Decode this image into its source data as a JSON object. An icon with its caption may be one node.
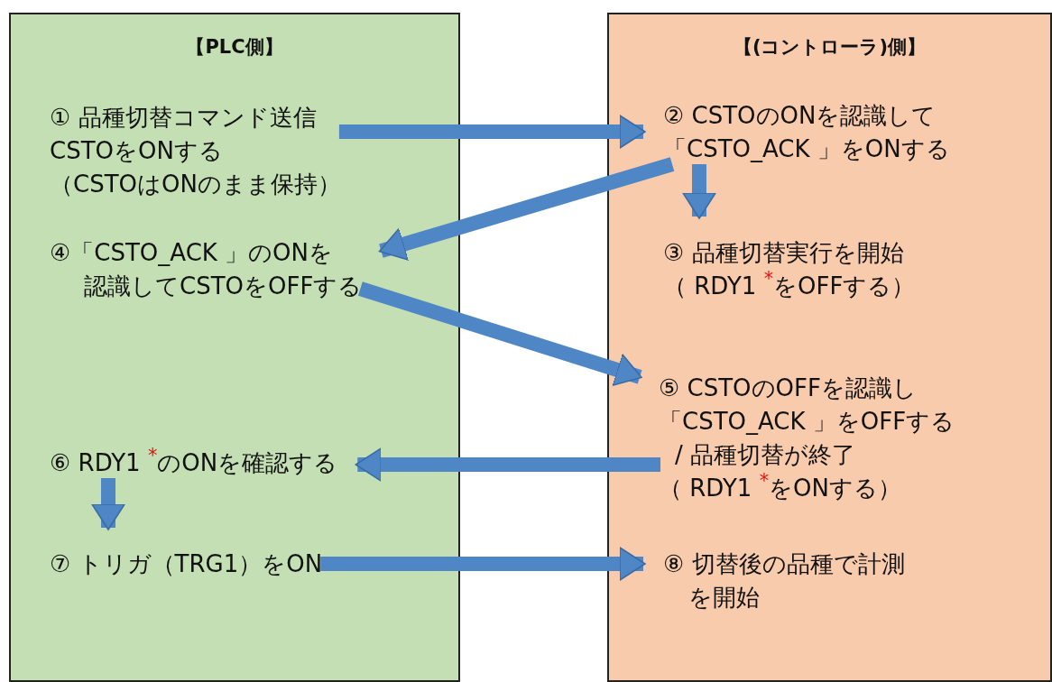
{
  "diagram": {
    "nodes": [
      {
        "text": [
          "【PLC側】"
        ]
      },
      {
        "text": [
          "【(コントローラ)側】"
        ]
      },
      {
        "text": [
          "① 品種切替コマンド送信",
          "CSTOをONする",
          "（CSTOはONのまま保持）"
        ],
        "in": 0
      },
      {
        "text": [
          "② CSTOのONを認識して",
          "「CSTO_ACK 」をONする"
        ],
        "in": 1
      },
      {
        "text": [
          "③ 品種切替実行を開始",
          "（ RDY1 $^{*}$をOFFする）"
        ],
        "in": 1
      },
      {
        "text": [
          "④「CSTO_ACK 」のONを",
          "認識してCSTOをOFFする"
        ],
        "in": 0
      },
      {
        "text": [
          "⑤ CSTOのOFFを認識し",
          "「CSTO_ACK 」をOFFする",
          "/ 品種切替が終了",
          "（ RDY1 $^{*}$をONする）"
        ],
        "in": 1
      },
      {
        "text": [
          "⑥ RDY1 $^{*}$のONを確認する"
        ],
        "in": 0
      },
      {
        "text": [
          "⑦ トリガ（TRG1）をON"
        ],
        "in": 0
      },
      {
        "text": [
          "⑧ 切替後の品種で計測",
          "を開始"
        ],
        "in": 1
      }
    ],
    "edges": [
      {
        "from": 2,
        "to": 3,
        "arrow": "to"
      },
      {
        "from": 3,
        "to": 4,
        "arrow": "to"
      },
      {
        "from": 3,
        "to": 5,
        "arrow": "to"
      },
      {
        "from": 5,
        "to": 6,
        "arrow": "to"
      },
      {
        "from": 6,
        "to": 7,
        "arrow": "to"
      },
      {
        "from": 7,
        "to": 8,
        "arrow": "to"
      },
      {
        "from": 8,
        "to": 9,
        "arrow": "to"
      }
    ]
  }
}
